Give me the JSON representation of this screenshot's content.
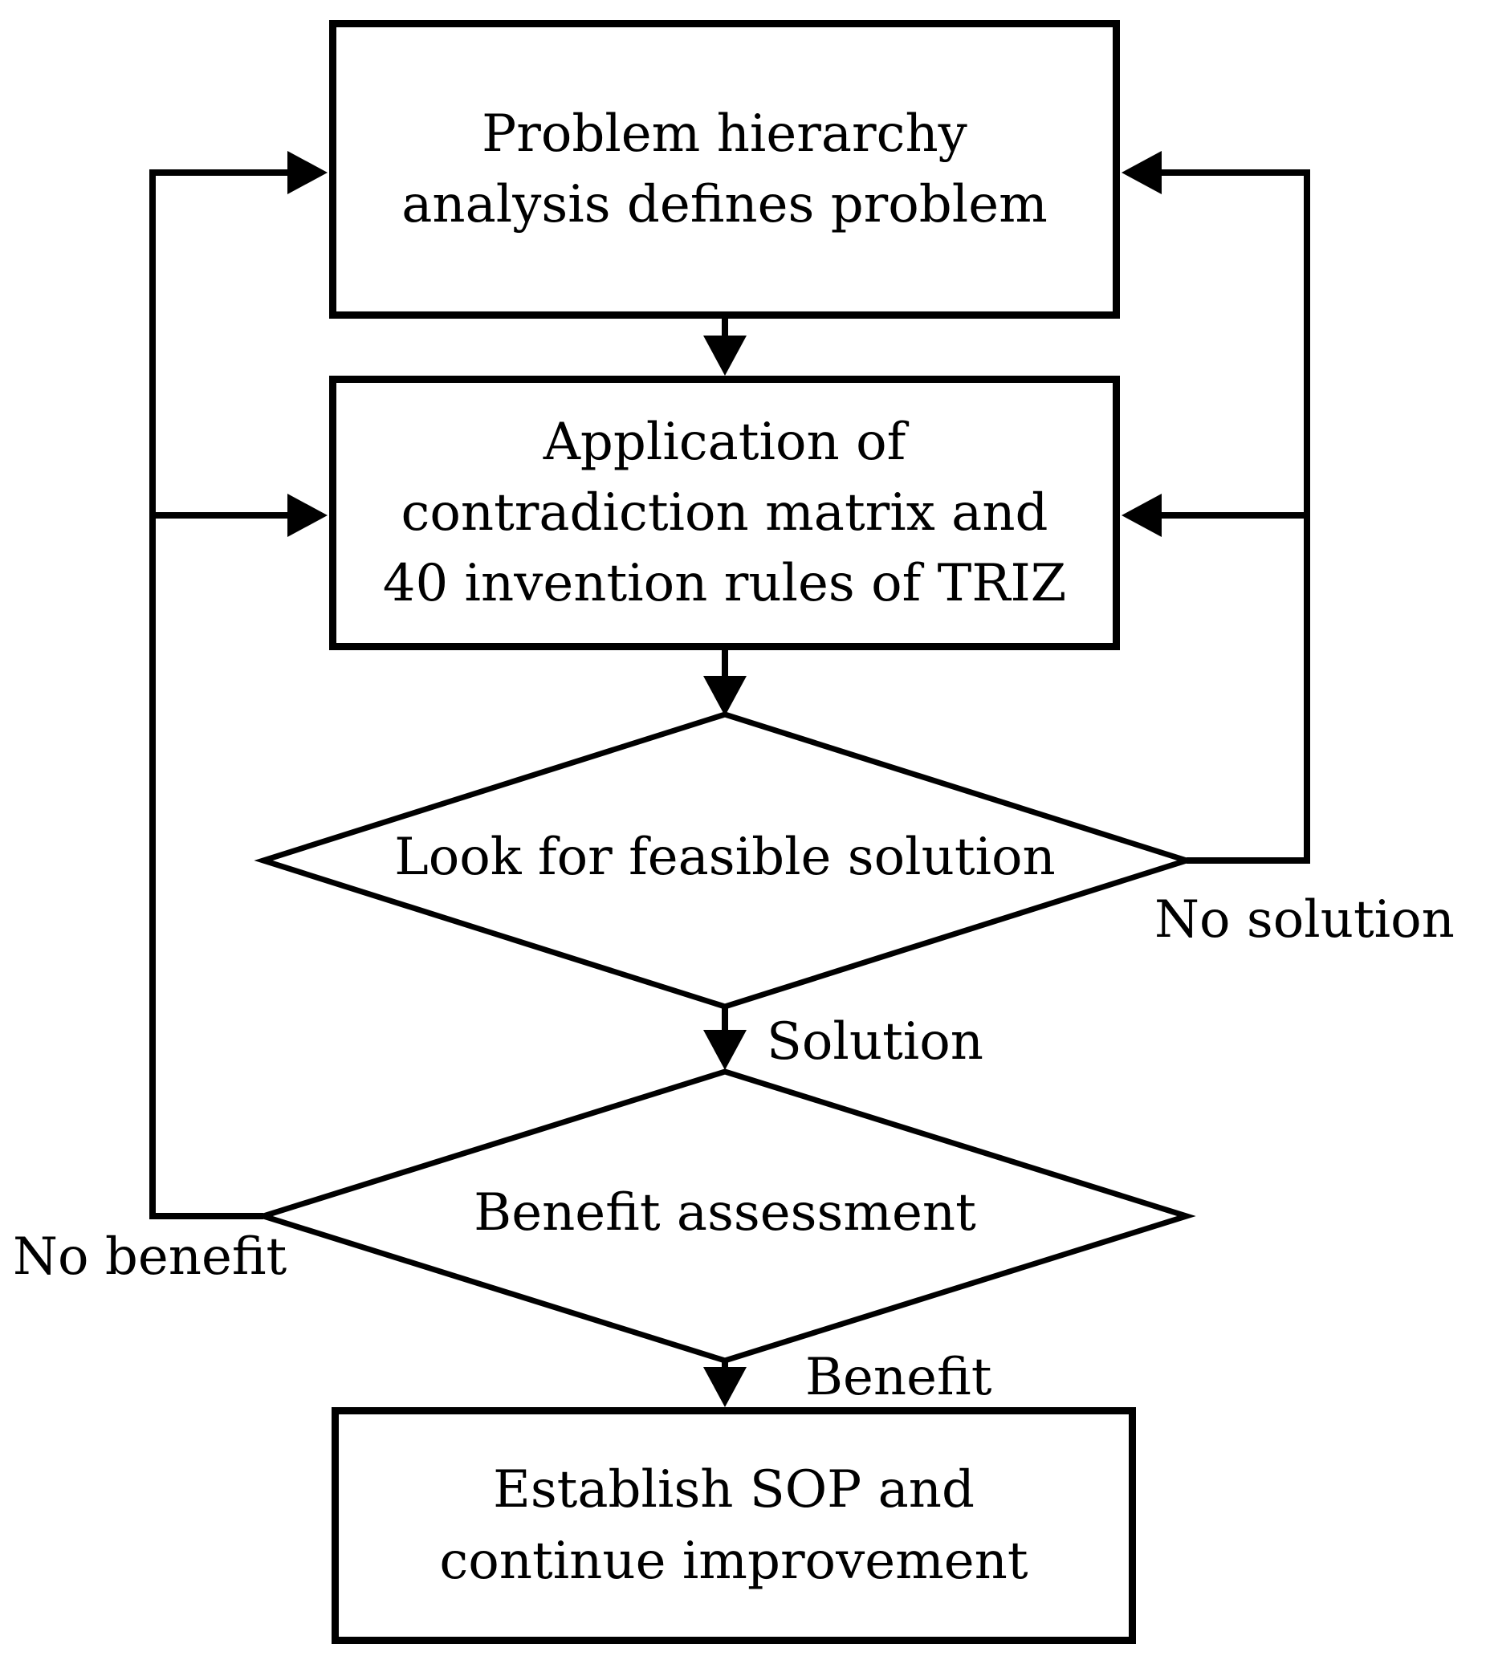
{
  "figure": {
    "type": "flowchart",
    "background_color": "#ffffff",
    "line_color": "#000000",
    "text_color": "#000000"
  },
  "nodes": {
    "box1": {
      "lines": [
        "Problem hierarchy",
        "analysis defines problem"
      ]
    },
    "box2": {
      "lines": [
        "Application of",
        "contradiction matrix and",
        "40 invention rules of TRIZ"
      ]
    },
    "decision1": {
      "label": "Look for feasible solution"
    },
    "decision2": {
      "label": "Benefit assessment"
    },
    "box3": {
      "lines": [
        "Establish SOP and",
        "continue improvement"
      ]
    }
  },
  "edge_labels": {
    "solution": "Solution",
    "no_solution": "No solution",
    "benefit": "Benefit",
    "no_benefit": "No benefit"
  }
}
